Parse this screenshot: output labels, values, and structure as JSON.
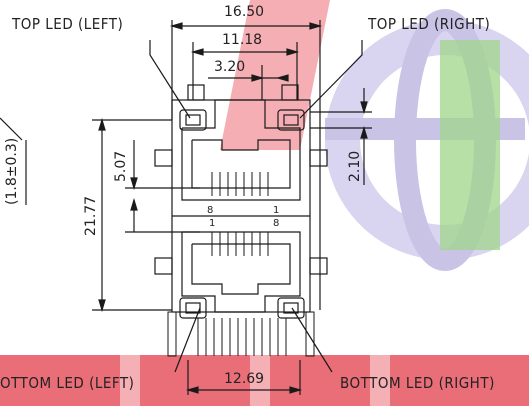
{
  "labels": {
    "top_led_left": "TOP LED (LEFT)",
    "top_led_right": "TOP LED (RIGHT)",
    "bottom_led_left": "OTTOM LED (LEFT)",
    "bottom_led_right": "BOTTOM LED (RIGHT)"
  },
  "dimensions": {
    "overall_width": "16.50",
    "inner_width": "11.18",
    "led_spacing": "3.20",
    "height": "21.77",
    "port_pitch": "5.07",
    "led_height": "2.10",
    "bottom_width": "12.69",
    "side_tolerance": "(1.8±0.3)"
  },
  "pin_numbers": {
    "upper_left": "8",
    "upper_right": "1",
    "lower_left": "1",
    "lower_right": "8"
  },
  "colors": {
    "line": "#1a1a1a",
    "watermark_red": "#e8505b",
    "watermark_purple": "#c9c3e6",
    "watermark_green": "#9fd68a"
  }
}
